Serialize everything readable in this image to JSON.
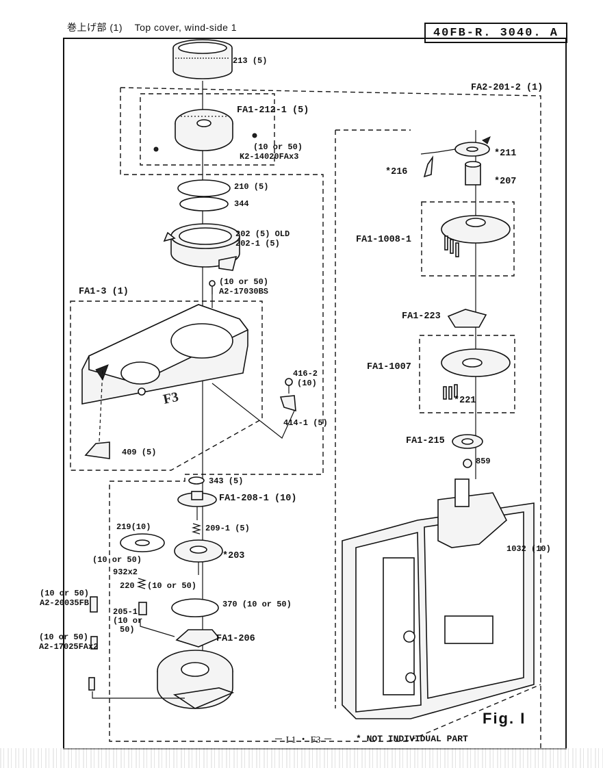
{
  "header": {
    "title_jp": "巻上げ部 (1)",
    "title_en": "Top cover, wind-side 1",
    "code": "40FB-R. 3040. A"
  },
  "labels": {
    "p213": "213 (5)",
    "fa2_201_2": "FA2-201-2 (1)",
    "fa1_212_1": "FA1-212-1 (5)",
    "screw_qty_1": "(10 or 50)",
    "k2": "K2-14020FAx3",
    "p211": "*211",
    "p216": "*216",
    "p207": "*207",
    "p210": "210 (5)",
    "p344": "344",
    "p202": "202 (5) OLD",
    "p202_1": "202-1 (5)",
    "fa1_1008_1": "FA1-1008-1",
    "screw_qty_2": "(10 or 50)",
    "a2_17030": "A2-17030BS",
    "fa1_3": "FA1-3 (1)",
    "fa1_223": "FA1-223",
    "fa1_1007": "FA1-1007",
    "p416_2": "416-2",
    "p416_qty": "(10)",
    "p414_1": "414-1 (5)",
    "p221": "*221",
    "p409": "409 (5)",
    "fa1_215": "FA1-215",
    "p859": "859",
    "p343": "343 (5)",
    "fa1_208_1": "FA1-208-1 (10)",
    "p219": "219(10)",
    "p209_1": "209-1 (5)",
    "p1032": "1032 (10)",
    "screw_qty_3": "(10 or 50)",
    "p203": "*203",
    "p932": "932x2",
    "p220": "220",
    "p220_qty": "(10 or 50)",
    "p370": "370 (10 or 50)",
    "screw_qty_4": "(10 or 50)",
    "a2_20035": "A2-20035FB",
    "p205_1": "205-1",
    "p205_qty_a": "(10 or",
    "p205_qty_b": "50)",
    "fa1_206": "FA1-206",
    "screw_qty_5": "(10 or 50)",
    "a2_17025": "A2-17025FAx2",
    "f3_mark": "F3"
  },
  "figure_label": "Fig. I",
  "footer": {
    "page": "－ I 1 ・ F3 －",
    "note": "* NOT INDIVIDUAL PART"
  }
}
